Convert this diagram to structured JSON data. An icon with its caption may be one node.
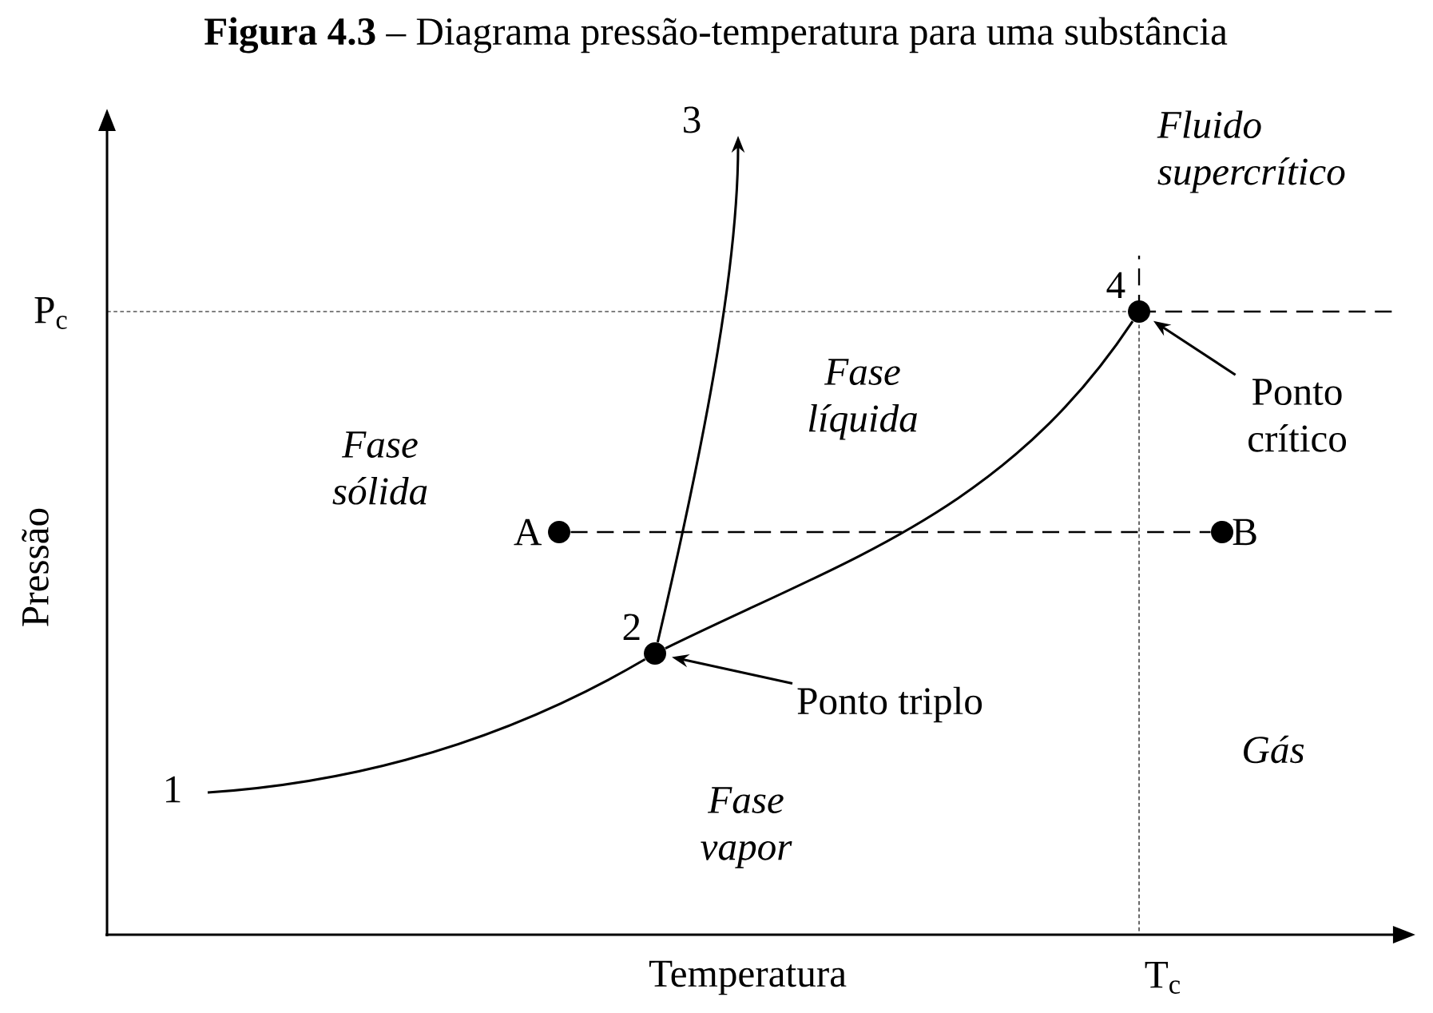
{
  "diagram": {
    "title": "**Figura 4.3** – Diagrama pressão-temperatura para uma substância",
    "nodes": [
      {
        "text": [],
        "shape": "circle",
        "beside": [
          "A"
        ]
      },
      {
        "text": [],
        "shape": "circle",
        "beside": [
          "B"
        ]
      },
      {
        "text": [],
        "shape": "circle",
        "beside": [
          "2"
        ]
      },
      {
        "text": [],
        "shape": "circle",
        "beside": [
          "4"
        ]
      },
      {
        "text": [
          "Ponto triplo"
        ]
      },
      {
        "text": [
          "Ponto crítico"
        ]
      }
    ],
    "edges": [
      {
        "from": 0,
        "to": 1,
        "arrow": "none",
        "style": "dashed"
      },
      {
        "from": 4,
        "to": 2,
        "arrow": "to"
      },
      {
        "from": 5,
        "to": 3,
        "arrow": "to"
      },
      {
        "from": null,
        "to": 2,
        "arrow": "none"
      },
      {
        "from": 2,
        "to": null,
        "arrow": "to"
      },
      {
        "from": 2,
        "to": 3,
        "arrow": "none"
      }
    ],
    "labels": [
      "3",
      "Fluido supercrítico",
      "P$_{c}$",
      "Fase líquida",
      "Fase sólida",
      "Pressão",
      "1",
      "Fase vapor",
      "Gás",
      "Temperatura",
      "T$_{c}$"
    ]
  }
}
